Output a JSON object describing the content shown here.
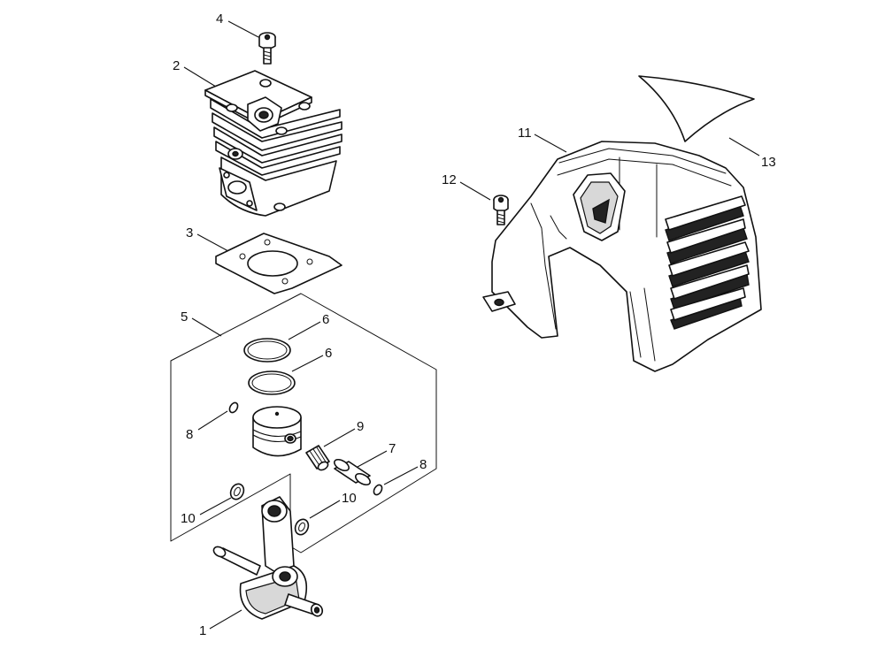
{
  "callouts": {
    "c1": "1",
    "c2": "2",
    "c3": "3",
    "c4": "4",
    "c5": "5",
    "c6a": "6",
    "c6b": "6",
    "c7": "7",
    "c8a": "8",
    "c8b": "8",
    "c9": "9",
    "c10a": "10",
    "c10b": "10",
    "c11": "11",
    "c12": "12",
    "c13": "13"
  }
}
